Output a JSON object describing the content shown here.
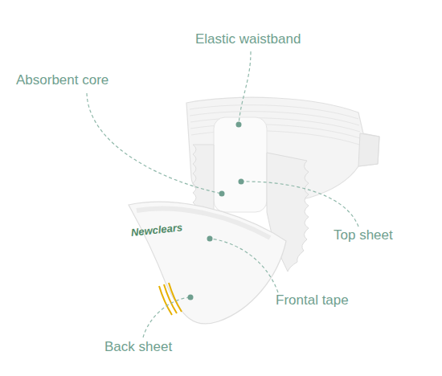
{
  "diagram": {
    "labels": [
      "Elastic waistband",
      "Absorbent core",
      "Top sheet",
      "Frontal tape",
      "Back sheet",
      "Newclears"
    ]
  }
}
